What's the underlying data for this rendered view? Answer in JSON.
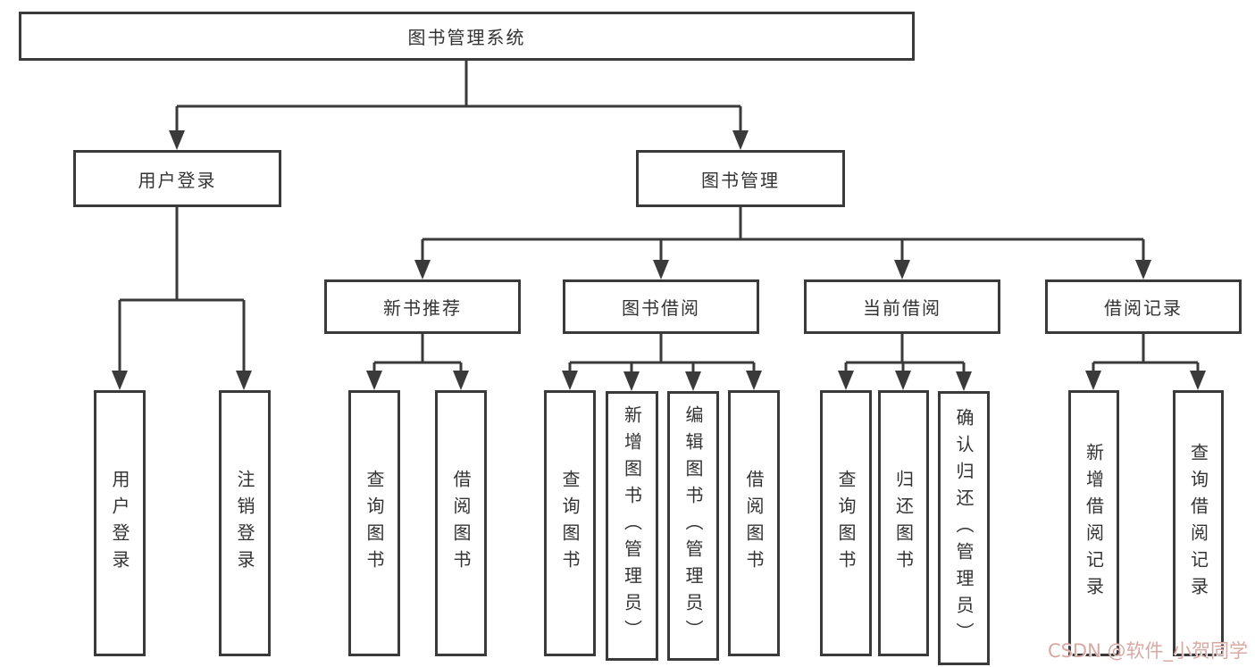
{
  "diagram": {
    "title": "图书管理系统",
    "colors": {
      "line": "#3a3a3a",
      "text": "#333333",
      "background": "#ffffff",
      "watermark": "#d9a8a3"
    },
    "nodes": {
      "root": {
        "label": "图书管理系统"
      },
      "user_login": {
        "label": "用户登录"
      },
      "book_mgmt": {
        "label": "图书管理"
      },
      "new_book_rec": {
        "label": "新书推荐"
      },
      "book_borrow": {
        "label": "图书借阅"
      },
      "current_borrow": {
        "label": "当前借阅"
      },
      "borrow_record": {
        "label": "借阅记录"
      },
      "user_login_leaf": {
        "label": "用户登录"
      },
      "logout_leaf": {
        "label": "注销登录"
      },
      "rec_query_book": {
        "label": "查询图书"
      },
      "rec_borrow_book": {
        "label": "借阅图书"
      },
      "bb_query_book": {
        "label": "查询图书"
      },
      "bb_add_book": {
        "label": "新增图书（管理员）"
      },
      "bb_edit_book": {
        "label": "编辑图书（管理员）"
      },
      "bb_borrow_book": {
        "label": "借阅图书"
      },
      "cur_query_book": {
        "label": "查询图书"
      },
      "cur_return_book": {
        "label": "归还图书"
      },
      "cur_confirm_return": {
        "label": "确认归还（管理员）"
      },
      "br_add_record": {
        "label": "新增借阅记录"
      },
      "br_query_record": {
        "label": "查询借阅记录"
      }
    },
    "watermark": "CSDN @软件_小贺同学"
  }
}
